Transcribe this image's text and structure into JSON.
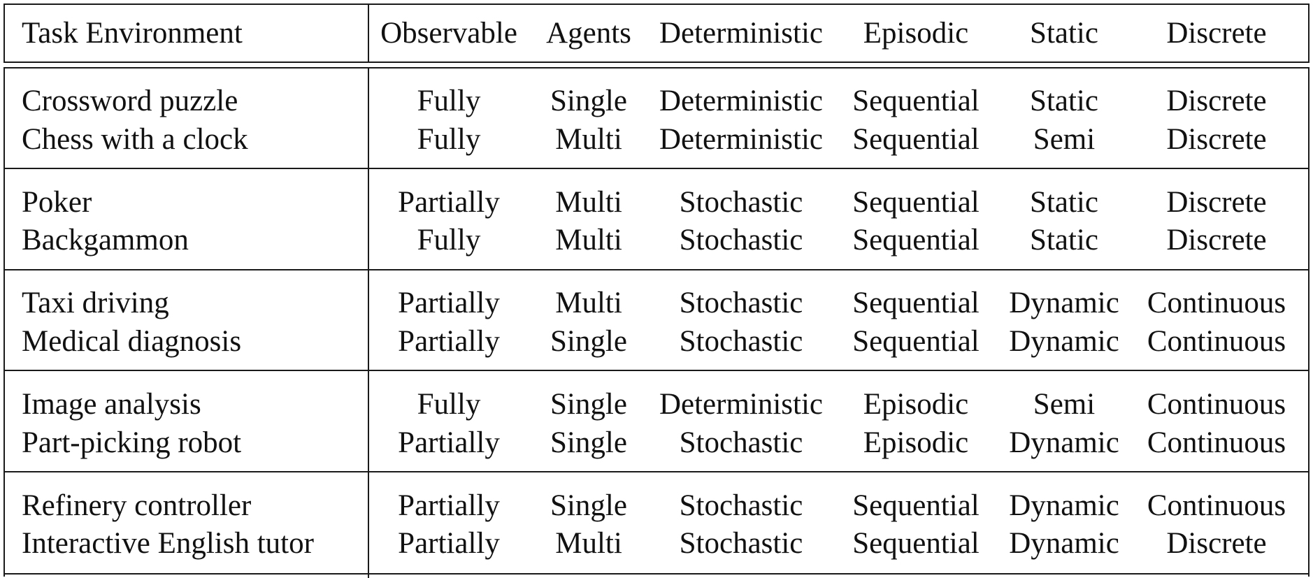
{
  "table": {
    "headers": [
      "Task Environment",
      "Observable",
      "Agents",
      "Deterministic",
      "Episodic",
      "Static",
      "Discrete"
    ],
    "groups": [
      [
        [
          "Crossword puzzle",
          "Fully",
          "Single",
          "Deterministic",
          "Sequential",
          "Static",
          "Discrete"
        ],
        [
          "Chess with a clock",
          "Fully",
          "Multi",
          "Deterministic",
          "Sequential",
          "Semi",
          "Discrete"
        ]
      ],
      [
        [
          "Poker",
          "Partially",
          "Multi",
          "Stochastic",
          "Sequential",
          "Static",
          "Discrete"
        ],
        [
          "Backgammon",
          "Fully",
          "Multi",
          "Stochastic",
          "Sequential",
          "Static",
          "Discrete"
        ]
      ],
      [
        [
          "Taxi driving",
          "Partially",
          "Multi",
          "Stochastic",
          "Sequential",
          "Dynamic",
          "Continuous"
        ],
        [
          "Medical diagnosis",
          "Partially",
          "Single",
          "Stochastic",
          "Sequential",
          "Dynamic",
          "Continuous"
        ]
      ],
      [
        [
          "Image analysis",
          "Fully",
          "Single",
          "Deterministic",
          "Episodic",
          "Semi",
          "Continuous"
        ],
        [
          "Part-picking robot",
          "Partially",
          "Single",
          "Stochastic",
          "Episodic",
          "Dynamic",
          "Continuous"
        ]
      ],
      [
        [
          "Refinery controller",
          "Partially",
          "Single",
          "Stochastic",
          "Sequential",
          "Dynamic",
          "Continuous"
        ],
        [
          "Interactive English tutor",
          "Partially",
          "Multi",
          "Stochastic",
          "Sequential",
          "Dynamic",
          "Discrete"
        ]
      ]
    ]
  }
}
